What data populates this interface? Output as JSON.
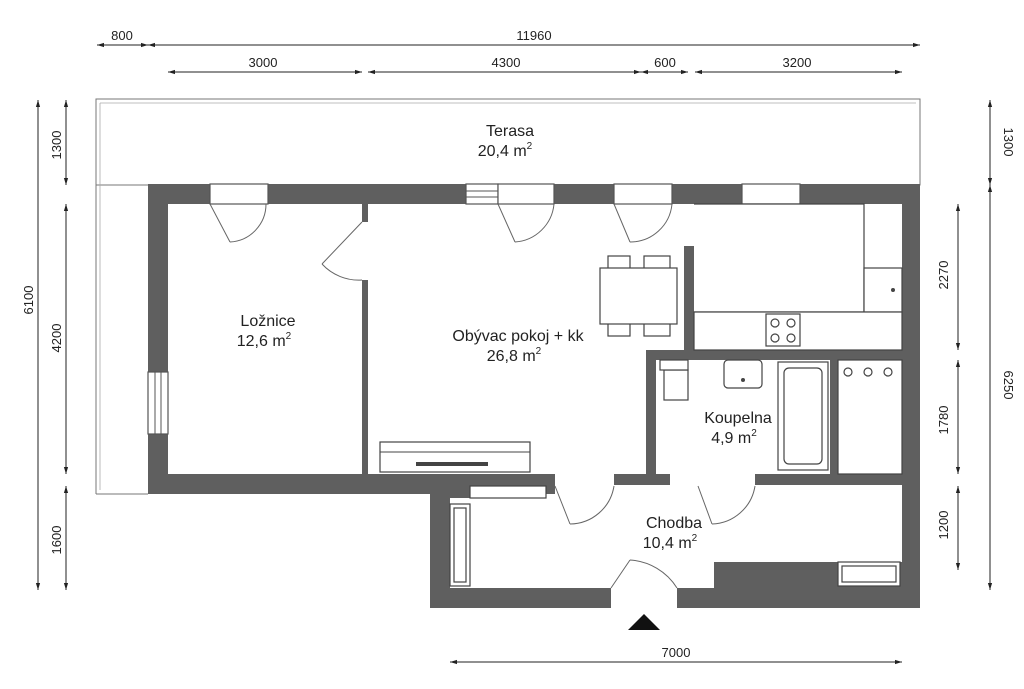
{
  "dimensions": {
    "top_total_left": "800",
    "top_total": "11960",
    "top_seg_1": "3000",
    "top_seg_2": "4300",
    "top_seg_3": "600",
    "top_seg_4": "3200",
    "bottom": "7000",
    "left_total": "6100",
    "left_1": "1300",
    "left_2": "4200",
    "left_3": "1600",
    "right_1": "1300",
    "right_total": "6250",
    "right_2": "2270",
    "right_3": "1780",
    "right_4": "1200"
  },
  "rooms": {
    "terrace": {
      "name": "Terasa",
      "area": "20,4 m",
      "unit_sup": "2"
    },
    "bedroom": {
      "name": "Ložnice",
      "area": "12,6 m",
      "unit_sup": "2"
    },
    "living": {
      "name": "Obývac pokoj + kk",
      "area": "26,8 m",
      "unit_sup": "2"
    },
    "bathroom": {
      "name": "Koupelna",
      "area": "4,9 m",
      "unit_sup": "2"
    },
    "hallway": {
      "name": "Chodba",
      "area": "10,4 m",
      "unit_sup": "2"
    }
  },
  "colors": {
    "wall": "#5f5f5f",
    "line": "#222222",
    "background": "#ffffff"
  }
}
